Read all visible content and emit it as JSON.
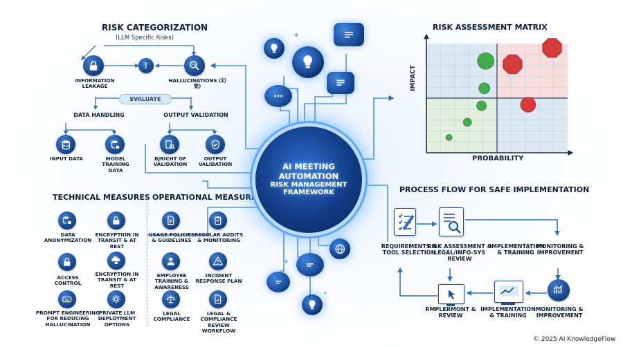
{
  "hub": {
    "line1": "AI MEETING",
    "line2": "AUTOMATION",
    "line3": "RISK MANAGEMENT",
    "line4": "FRAMEWORK"
  },
  "risk_categorization": {
    "title": "RISK CATEGORIZATION",
    "subtitle": "(LLM Specific Risks)",
    "info_leakage": "INFORMATION LEAKAGE",
    "hallucinations": "HALLUCINATIONS (幻覚)",
    "evaluate": "EVALUATE",
    "data_handling": "DATA HANDLING",
    "output_validation": "OUTPUT VALIDATION",
    "input_data": "INPUT DATA",
    "model_training_data": "MODEL TRAINING DATA",
    "bjrict_validation": "BJRICHT OF VALIDATION",
    "output_validation_leaf": "OUTPUT VALIDATION"
  },
  "risk_matrix": {
    "title": "RISK ASSESSMENT MATRIX",
    "impact": "IMPACT",
    "probability": "PROBABILITY",
    "colors": {
      "top_left": "#dde8f5",
      "top_right": "#f8dede",
      "bottom_left": "#e1efdc",
      "bottom_right": "#dde8f5",
      "green": "#3fae4a",
      "red": "#d63a3a"
    }
  },
  "chart_data": {
    "type": "scatter",
    "title": "RISK ASSESSMENT MATRIX",
    "xlabel": "PROBABILITY",
    "ylabel": "IMPACT",
    "xlim": [
      0,
      10
    ],
    "ylim": [
      0,
      10
    ],
    "series": [
      {
        "marker": "circle-green",
        "points": [
          [
            1.6,
            1.4
          ],
          [
            2.9,
            2.8
          ],
          [
            3.9,
            4.3
          ],
          [
            4.1,
            5.9
          ],
          [
            4.2,
            8.4
          ]
        ]
      },
      {
        "marker": "circle-red",
        "points": [
          [
            7.2,
            4.4
          ]
        ]
      },
      {
        "marker": "octagon-red",
        "points": [
          [
            6.1,
            8.1
          ],
          [
            8.9,
            9.6
          ]
        ]
      }
    ]
  },
  "technical": {
    "title": "TECHNICAL MEASURES",
    "items": [
      {
        "label": "DATA ANONYMIZATION",
        "icon": "database-lock-icon"
      },
      {
        "label": "ENCRYPTION IN TRANSIT & AT REST",
        "icon": "padlock-icon"
      },
      {
        "label": "ACCESS CONTROL",
        "icon": "padlock-icon"
      },
      {
        "label": "ENCRYPTION IN TRANSIT & AT REST",
        "icon": "cloud-lock-icon"
      },
      {
        "label": "PROMPT ENGINEERING FOR REDUCING HALLUCINATION",
        "icon": "keyboard-icon"
      },
      {
        "label": "PRIVATE LLM DEPLOYMENT OPTIONS",
        "icon": "gear-icon"
      }
    ]
  },
  "operational": {
    "title": "OPERATIONAL MEASURES",
    "items": [
      {
        "label": "USAGE POLICIES & GUIDELINES",
        "icon": "document-icon"
      },
      {
        "label": "REGULAR AUDITS & MONITORING",
        "icon": "clipboard-icon"
      },
      {
        "label": "EMPLOYEE TRAINING & AWARENESS",
        "icon": "person-icon"
      },
      {
        "label": "INCIDENT RESPONSE PLAN",
        "icon": "warning-icon"
      },
      {
        "label": "LEGAL COMPLIANCE",
        "icon": "scales-icon"
      },
      {
        "label": "LEGAL & COMPLIANCE REVIEW WORKFLOW",
        "icon": "document-check-icon"
      }
    ]
  },
  "process": {
    "title": "PROCESS FLOW FOR SAFE IMPLEMENTATION",
    "step1": "REQUIREMENTS & TOOL SELECTION",
    "step2": "RISK ASSESSMENT & LEGAL/INFO-SYS REVIEW",
    "step3": "IMPLEMENTATION & TRAINING",
    "step4": "MONITORING & IMPROVEMENT",
    "step5": "RMPLERMONT & REVIEW",
    "step6": "IMPLEMENTATION & TRAINING",
    "step7": "MONITORING & IMPROVEMENT"
  },
  "footer": "© 2025 AI KnowledgeFlow"
}
